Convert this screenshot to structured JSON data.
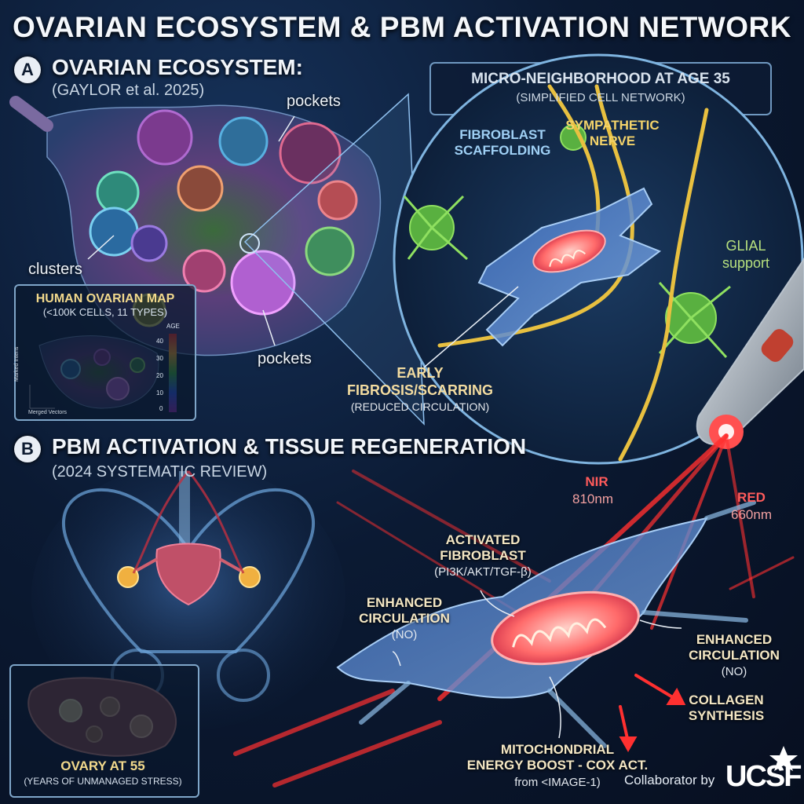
{
  "title": "OVARIAN ECOSYSTEM & PBM ACTIVATION NETWORK",
  "section_a": {
    "badge": "A",
    "title": "OVARIAN ECOSYSTEM:",
    "citation": "(GAYLOR et al. 2025)",
    "labels": {
      "pockets_top": "pockets",
      "clusters": "clusters",
      "pockets_bottom": "pockets"
    },
    "map_box": {
      "title": "HUMAN OVARIAN MAP",
      "subtitle": "(<100K CELLS, 11 TYPES)",
      "legend_title": "AGE",
      "legend_ticks": [
        "40",
        "30",
        "20",
        "10",
        "0"
      ],
      "axis_y": "Marked Intens",
      "axis_x": "Merged Vectors"
    },
    "micro": {
      "title": "MICRO-NEIGHBORHOOD AT AGE 35",
      "subtitle": "(SIMPLIFIED CELL NETWORK)",
      "fibroblast": [
        "FIBROBLAST",
        "SCAFFOLDING"
      ],
      "nerve": [
        "SYMPATHETIC",
        "NERVE"
      ],
      "glial": [
        "GLIAL",
        "support"
      ],
      "fibrosis": [
        "EARLY",
        "FIBROSIS/SCARRING"
      ],
      "fibrosis_sub": "(REDUCED CIRCULATION)"
    }
  },
  "section_b": {
    "badge": "B",
    "title": "PBM ACTIVATION & TISSUE REGENERATION",
    "citation": "(2024 SYSTEMATIC REVIEW)",
    "nir": {
      "name": "NIR",
      "wavelength": "810nm"
    },
    "red": {
      "name": "RED",
      "wavelength": "660nm"
    },
    "activated": [
      "ACTIVATED",
      "FIBROBLAST"
    ],
    "activated_sub": "(PI3K/AKT/TGF-β)",
    "circ_left": [
      "ENHANCED",
      "CIRCULATION"
    ],
    "circ_left_sub": "(NO)",
    "circ_right": [
      "ENHANCED",
      "CIRCULATION"
    ],
    "circ_right_sub": "(NO)",
    "collagen": [
      "COLLAGEN",
      "SYNTHESIS"
    ],
    "mito": [
      "MITOCHONDRIAL",
      "ENERGY BOOST - COX ACT."
    ],
    "mito_sub": "from <IMAGE-1)",
    "ovary_box": {
      "title": "OVARY AT 55",
      "subtitle": "(YEARS OF UNMANAGED STRESS)"
    }
  },
  "footer": {
    "collaborator": "Collaborator by",
    "logo": "UCSF"
  },
  "colors": {
    "nerve": "#e8c040",
    "fibroblast": "#6aa8e8",
    "glial": "#7ec850",
    "laser": "#ff3030",
    "mitochondria": "#ff7a7a"
  }
}
